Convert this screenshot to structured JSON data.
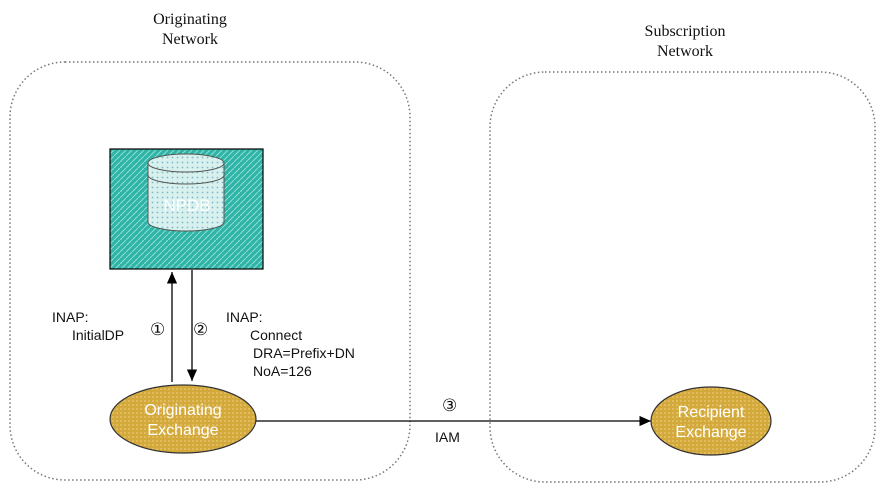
{
  "networks": {
    "originating": {
      "title_line1": "Originating",
      "title_line2": "Network"
    },
    "subscription": {
      "title_line1": "Subscription",
      "title_line2": "Network"
    }
  },
  "database": {
    "label": "NPDB"
  },
  "exchanges": {
    "originating": {
      "line1": "Originating",
      "line2": "Exchange"
    },
    "recipient": {
      "line1": "Recipient",
      "line2": "Exchange"
    }
  },
  "messages": {
    "step1": {
      "marker": "①",
      "line1": "INAP:",
      "line2": "InitialDP"
    },
    "step2": {
      "marker": "②",
      "line1": "INAP:",
      "line2": "Connect",
      "line3": "DRA=Prefix+DN",
      "line4": "NoA=126"
    },
    "step3": {
      "marker": "③",
      "label": "IAM"
    }
  },
  "colors": {
    "box_fill": "#2fb5a8",
    "db_fill": "#cfeee9",
    "exchange_fill": "#d4a93c",
    "line": "#000000"
  }
}
